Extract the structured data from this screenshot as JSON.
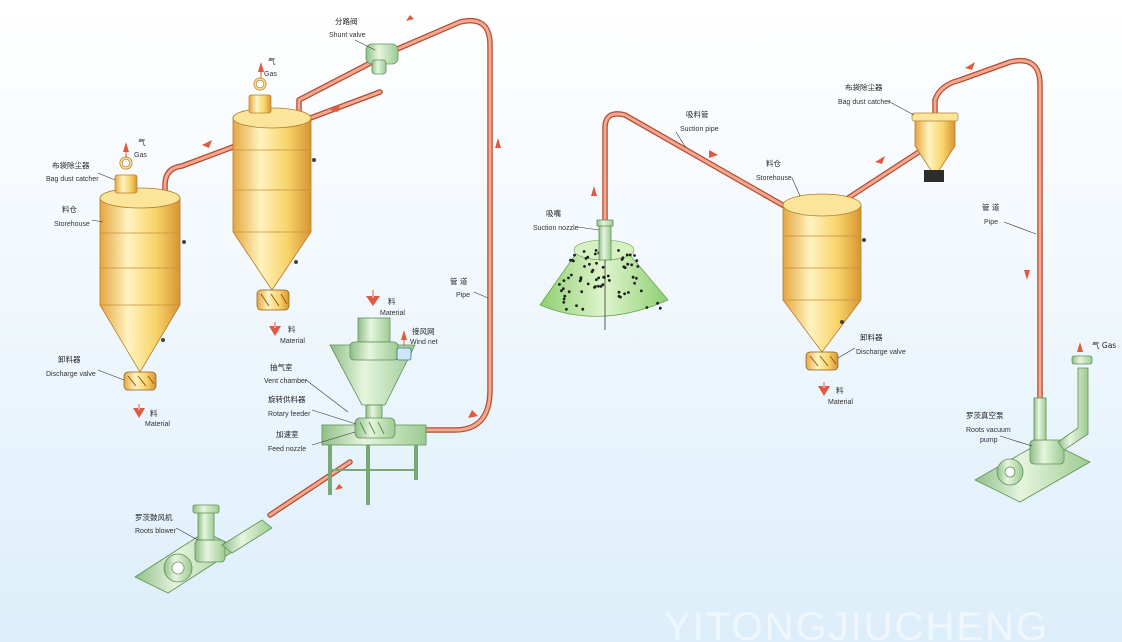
{
  "labels": {
    "shunt_valve_cn": "分路阀",
    "shunt_valve_en": "Shunt valve",
    "gas_cn": "气",
    "gas_en": "Gas",
    "bag_dust_catcher_cn": "布袋除尘器",
    "bag_dust_catcher_en": "Bag dust catcher",
    "storehouse_cn": "料仓",
    "storehouse_en": "Storehouse",
    "discharge_valve_left_cn": "卸料器",
    "discharge_valve_cn": "卸料器",
    "discharge_valve_en": "Discharge valve",
    "material_cn": "料",
    "material_en": "Material",
    "wind_net_cn": "接风网",
    "wind_net_en": "Wind net",
    "vent_chamber_cn": "抽气室",
    "vent_chamber_en": "Vent chamber",
    "rotary_feeder_cn": "旋转供料器",
    "rotary_feeder_en": "Rotary feeder",
    "feed_nozzle_cn": "加速室",
    "feed_nozzle_en": "Feed nozzle",
    "roots_blower_cn": "罗茨鼓风机",
    "roots_blower_en": "Roots blower",
    "pipe_cn": "管 道",
    "pipe_en": "Pipe",
    "suction_pipe_cn": "吸料管",
    "suction_pipe_en": "Suction pipe",
    "suction_nozzle_cn": "吸嘴",
    "suction_nozzle_en": "Suction nozzle",
    "roots_vacuum_pump_cn": "罗茨真空泵",
    "roots_vacuum_pump_en_1": "Roots vacuum",
    "roots_vacuum_pump_en_2": "pump",
    "gas_right": "气 Gas"
  },
  "watermark": "YITONGJIUCHENG",
  "colors": {
    "silo": "#f8d36a",
    "pipe": "#e98a6c",
    "machine": "#b9dcb0",
    "arrow": "#e15a3f",
    "powder": "#bfe3a7"
  }
}
